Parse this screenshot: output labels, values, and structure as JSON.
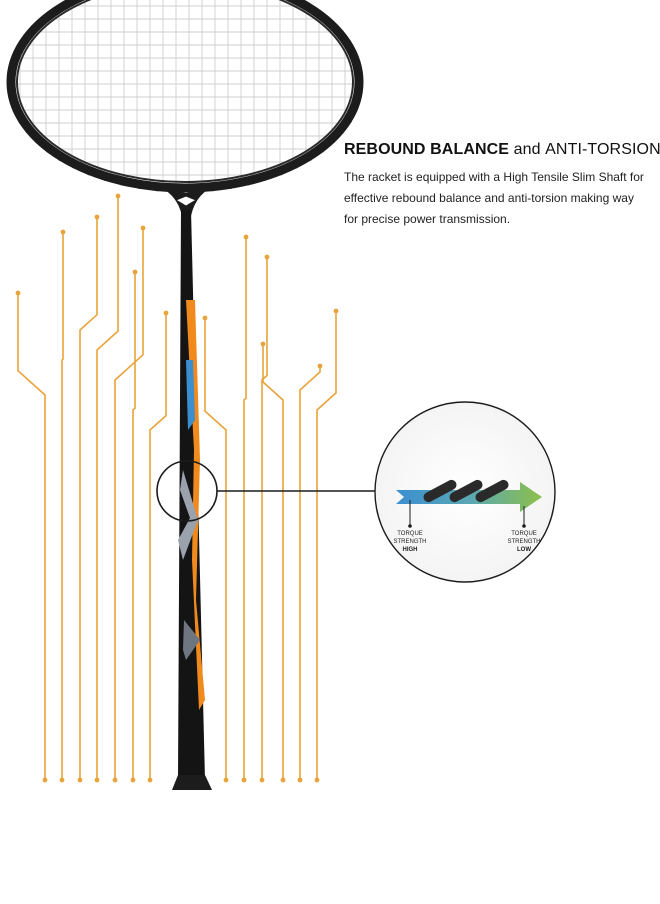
{
  "headline": {
    "bold": "REBOUND BALANCE",
    "connector": "and",
    "rest": "ANTI-TORSION"
  },
  "description": "The racket is equipped with a High Tensile Slim Shaft for effective rebound balance and anti-torsion making way for precise power transmission.",
  "inset": {
    "left_label": {
      "line1": "TORQUE",
      "line2": "STRENGTH",
      "level": "HIGH"
    },
    "right_label": {
      "line1": "TORQUE",
      "line2": "STRENGTH",
      "level": "LOW"
    }
  },
  "colors": {
    "circuit": "#E8A33A",
    "frame": "#1C1C1C",
    "accent_orange": "#F08A1C",
    "accent_blue": "#3B8FD0",
    "accent_green": "#7DB44A"
  }
}
